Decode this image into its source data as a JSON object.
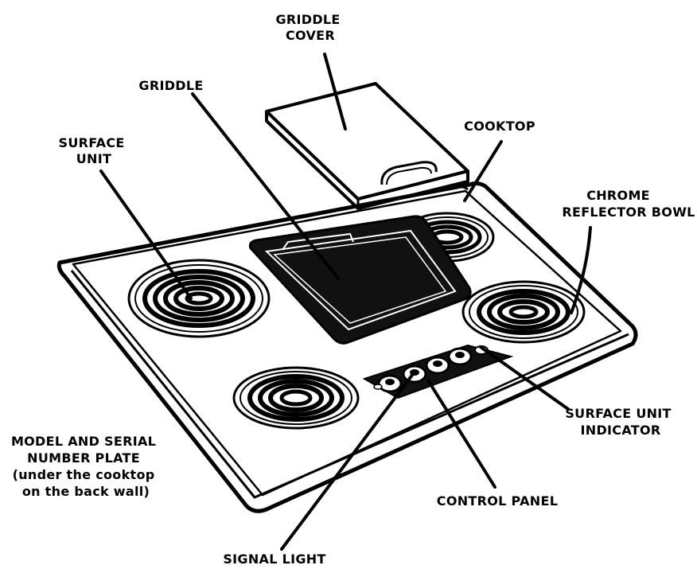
{
  "labels": {
    "griddle_cover": [
      "GRIDDLE",
      "COVER"
    ],
    "griddle": [
      "GRIDDLE"
    ],
    "cooktop": [
      "COOKTOP"
    ],
    "surface_unit": [
      "SURFACE",
      "UNIT"
    ],
    "chrome_reflector_bowl": [
      "CHROME",
      "REFLECTOR BOWL"
    ],
    "model_serial_plate": [
      "MODEL AND SERIAL",
      "NUMBER PLATE",
      "(under the cooktop",
      "on the back wall)"
    ],
    "surface_unit_indicator": [
      "SURFACE UNIT",
      "INDICATOR"
    ],
    "control_panel": [
      "CONTROL PANEL"
    ],
    "signal_light": [
      "SIGNAL LIGHT"
    ]
  },
  "colors": {
    "ink": "#000000",
    "background": "#ffffff"
  }
}
